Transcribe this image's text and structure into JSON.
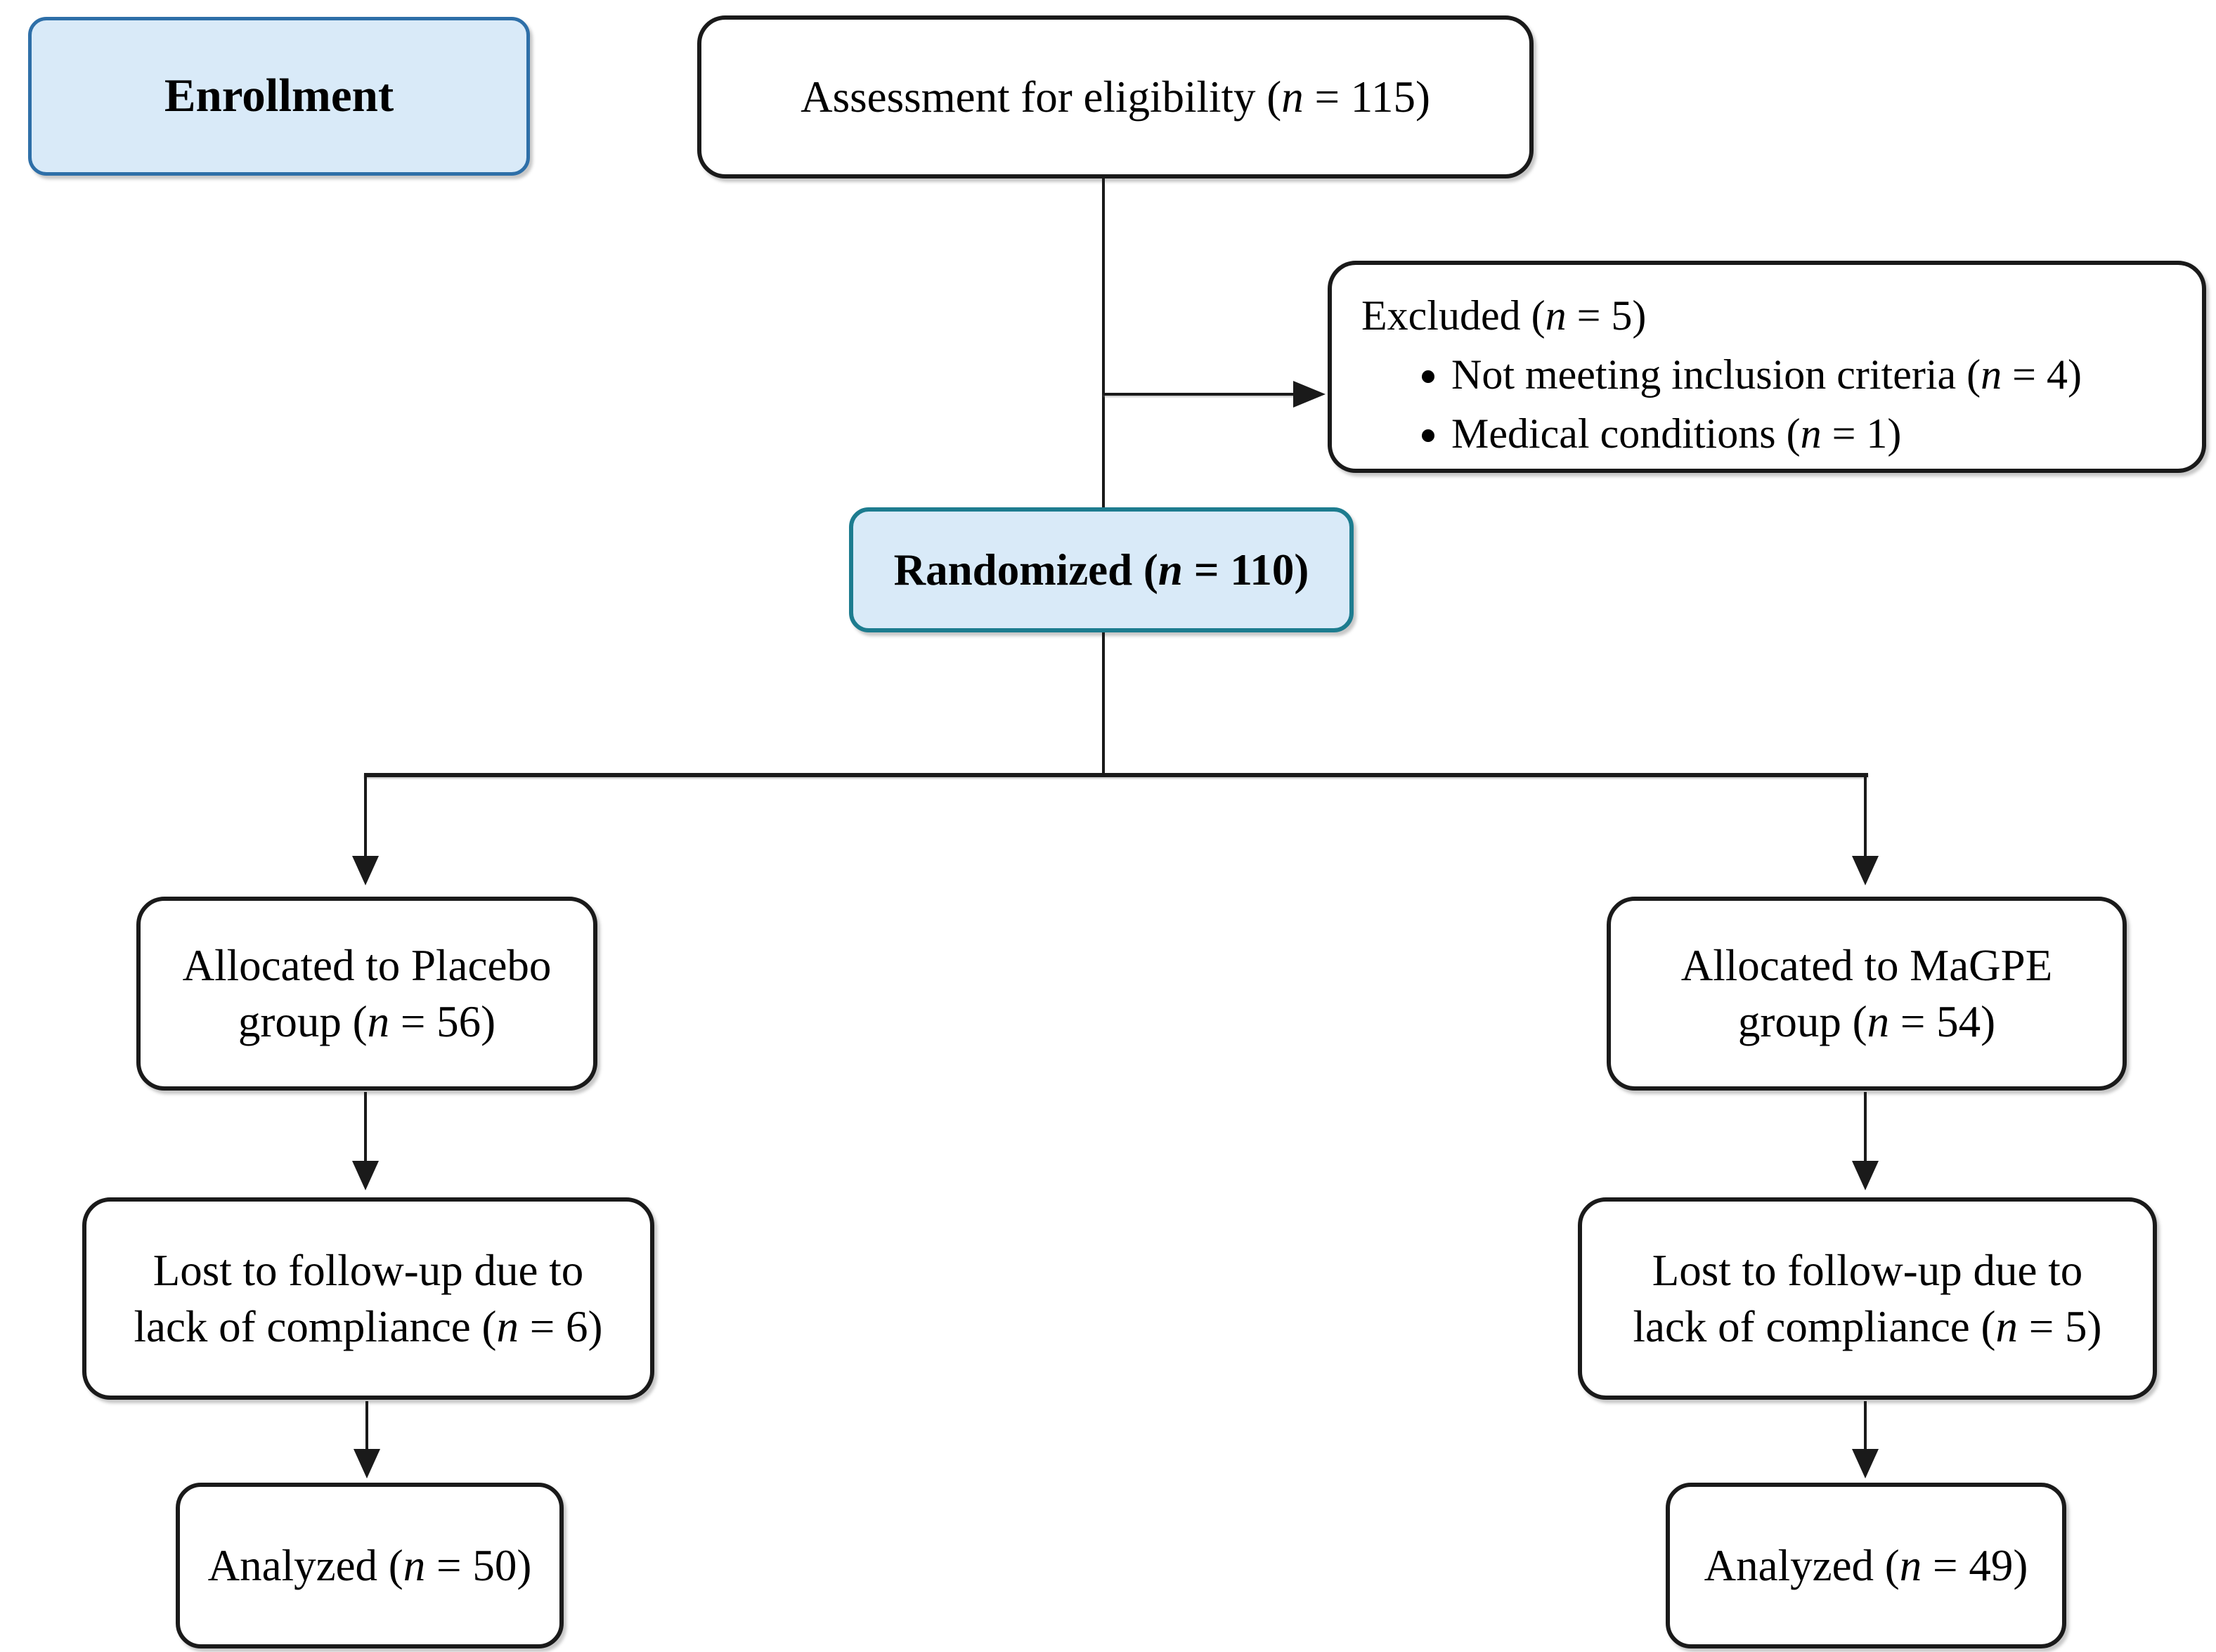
{
  "colors": {
    "highlight_fill": "#d9eaf8",
    "enrollment_border": "#2e6fa8",
    "randomized_border": "#1d7c8f",
    "line_color": "#1a1a1a"
  },
  "diagram": {
    "nodes": {
      "enrollment": {
        "segments": [
          {
            "t": "Enrollment"
          }
        ]
      },
      "assessment": {
        "segments": [
          {
            "t": "Assessment for eligibility ("
          },
          {
            "t": "n",
            "i": true
          },
          {
            "t": " = 115)"
          }
        ]
      },
      "excluded": {
        "title_segments": [
          {
            "t": "Excluded ("
          },
          {
            "t": "n",
            "i": true
          },
          {
            "t": " = 5)"
          }
        ],
        "bullets": [
          [
            {
              "t": "Not meeting inclusion criteria ("
            },
            {
              "t": "n",
              "i": true
            },
            {
              "t": " = 4)"
            }
          ],
          [
            {
              "t": "Medical conditions ("
            },
            {
              "t": "n",
              "i": true
            },
            {
              "t": " = 1)"
            }
          ]
        ]
      },
      "randomized": {
        "segments": [
          {
            "t": "Randomized ("
          },
          {
            "t": "n",
            "i": true
          },
          {
            "t": " = 110)"
          }
        ]
      },
      "allocated_placebo": {
        "segments": [
          {
            "t": "Allocated to Placebo"
          },
          {
            "br": true
          },
          {
            "t": "group ("
          },
          {
            "t": "n",
            "i": true
          },
          {
            "t": " = 56)"
          }
        ]
      },
      "allocated_magpe": {
        "segments": [
          {
            "t": "Allocated to MaGPE"
          },
          {
            "br": true
          },
          {
            "t": "group ("
          },
          {
            "t": "n",
            "i": true
          },
          {
            "t": " = 54)"
          }
        ]
      },
      "lost_placebo": {
        "segments": [
          {
            "t": "Lost to follow-up due to"
          },
          {
            "br": true
          },
          {
            "t": "lack of compliance ("
          },
          {
            "t": "n",
            "i": true
          },
          {
            "t": " = 6)"
          }
        ]
      },
      "lost_magpe": {
        "segments": [
          {
            "t": "Lost to follow-up due to"
          },
          {
            "br": true
          },
          {
            "t": "lack of compliance ("
          },
          {
            "t": "n",
            "i": true
          },
          {
            "t": " = 5)"
          }
        ]
      },
      "analyzed_placebo": {
        "segments": [
          {
            "t": "Analyzed ("
          },
          {
            "t": "n",
            "i": true
          },
          {
            "t": " = 50)"
          }
        ]
      },
      "analyzed_magpe": {
        "segments": [
          {
            "t": "Analyzed ("
          },
          {
            "t": "n",
            "i": true
          },
          {
            "t": " = 49)"
          }
        ]
      }
    }
  }
}
